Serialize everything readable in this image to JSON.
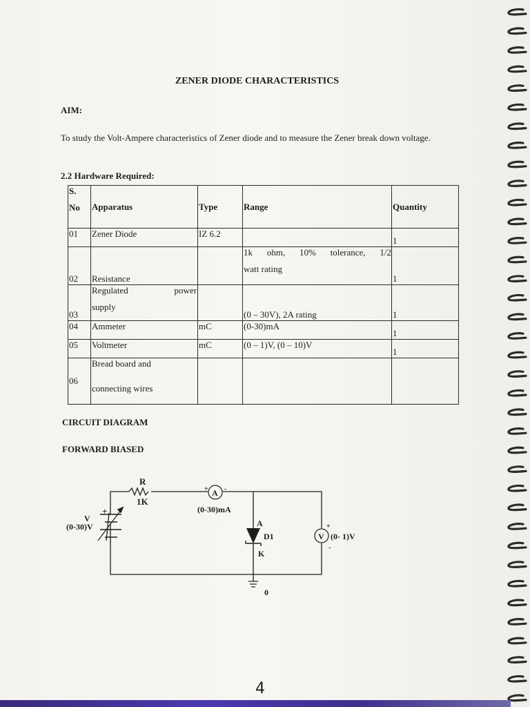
{
  "title": "ZENER DIODE CHARACTERISTICS",
  "aim_heading": "AIM:",
  "aim_text": "To study the Volt-Ampere characteristics of Zener diode and to measure the Zener break down voltage.",
  "hardware_heading": "2.2 Hardware Required:",
  "table": {
    "headers": {
      "sno_line1": "S.",
      "sno_line2": "No",
      "apparatus": "Apparatus",
      "type": "Type",
      "range": "Range",
      "quantity": "Quantity"
    },
    "rows": [
      {
        "sno": "01",
        "apparatus": "Zener Diode",
        "type": "IZ 6.2",
        "range": "",
        "quantity": "1"
      },
      {
        "sno": "02",
        "apparatus": "Resistance",
        "type": "",
        "range_line1": "1k ohm, 10% tolerance, 1/2",
        "range_line2": "watt rating",
        "quantity": "1"
      },
      {
        "sno": "03",
        "apparatus_line1": "Regulated",
        "apparatus_line1b": "power",
        "apparatus_line2": "supply",
        "type": "",
        "range": "(0 – 30V), 2A rating",
        "quantity": "1"
      },
      {
        "sno": "04",
        "apparatus": "Ammeter",
        "type": "mC",
        "range": "(0-30)mA",
        "quantity": "1"
      },
      {
        "sno": "05",
        "apparatus": "Voltmeter",
        "type": "mC",
        "range": "(0 – 1)V, (0 – 10)V",
        "quantity": "1"
      },
      {
        "sno": "06",
        "apparatus_line1": "Bread board and",
        "apparatus_line2": "connecting wires",
        "type": "",
        "range": "",
        "quantity": ""
      }
    ]
  },
  "circuit_heading": "CIRCUIT DIAGRAM",
  "forward_heading": "FORWARD BIASED",
  "circuit": {
    "resistor_label": "R",
    "resistor_value": "1K",
    "ammeter_symbol": "A",
    "ammeter_range": "(0-30)mA",
    "source_label": "V",
    "source_range": "(0-30)V",
    "diode_anode": "A",
    "diode_name": "D1",
    "diode_cathode": "K",
    "voltmeter_symbol": "V",
    "voltmeter_range": "(0- 1)V",
    "ground_label": "0",
    "plus": "+",
    "minus": "-"
  },
  "page_number": "4"
}
